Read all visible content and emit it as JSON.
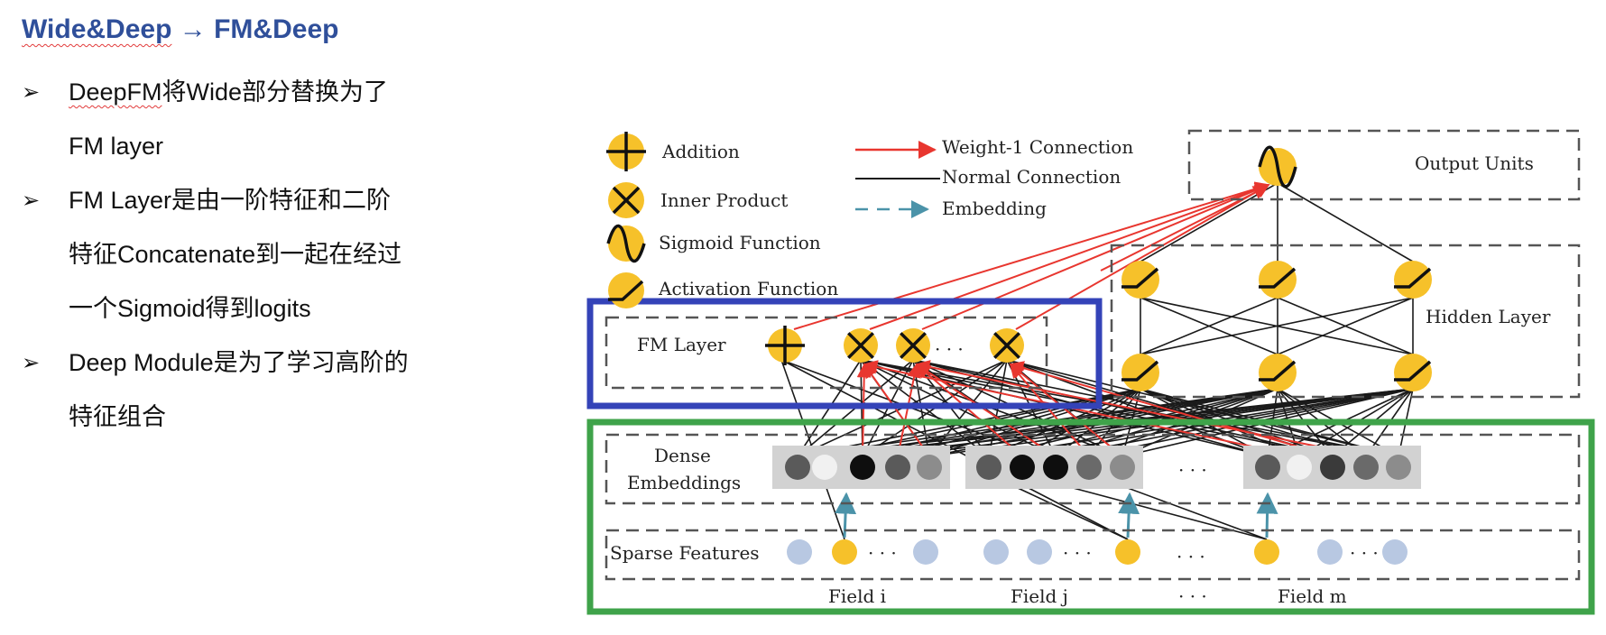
{
  "title": {
    "part1": "Wide&Deep",
    "arrow": "→",
    "part2": "FM&Deep"
  },
  "bullets": [
    {
      "marker": "➢",
      "pre": "",
      "wavy": "DeepFM",
      "post": "将Wide部分替换为了",
      "line2": "FM layer"
    },
    {
      "marker": "➢",
      "pre": "FM Layer是由一阶特征和二阶",
      "wavy": "",
      "post": "",
      "line2": "特征Concatenate到一起在经过",
      "line3": "一个Sigmoid得到logits"
    },
    {
      "marker": "➢",
      "pre": "Deep Module是为了学习高阶的",
      "wavy": "",
      "post": "",
      "line2": "特征组合"
    }
  ],
  "diagram": {
    "legend": {
      "addition": "Addition",
      "inner_product": "Inner Product",
      "sigmoid": "Sigmoid Function",
      "activation": "Activation Function",
      "weight1": "Weight-1 Connection",
      "normal": "Normal Connection",
      "embedding": "Embedding"
    },
    "labels": {
      "output_units": "Output Units",
      "hidden_layer": "Hidden Layer",
      "fm_layer": "FM Layer",
      "fm_ellipsis": "· · ·",
      "dense_line1": "Dense",
      "dense_line2": "Embeddings",
      "dense_ellipsis": "· · ·",
      "sparse_features": "Sparse Features",
      "sparse_ellipsis_i": "· · ·",
      "sparse_ellipsis_j": "· · ·",
      "sparse_ellipsis_mid": "· · ·",
      "sparse_ellipsis_m": "· · ·",
      "field_i": "Field i",
      "field_j": "Field j",
      "field_ellipsis": "· · ·",
      "field_m": "Field m"
    },
    "colors": {
      "node_yellow": "#f6c12a",
      "weight1_red": "#e8362f",
      "normal_black": "#1a1a1a",
      "embedding_teal": "#4b93a9",
      "fm_box_blue": "#3443b8",
      "deep_box_green": "#3fa34a",
      "sparse_blue": "#b8c8e2",
      "dense_bg": "#d2d2d2"
    }
  }
}
